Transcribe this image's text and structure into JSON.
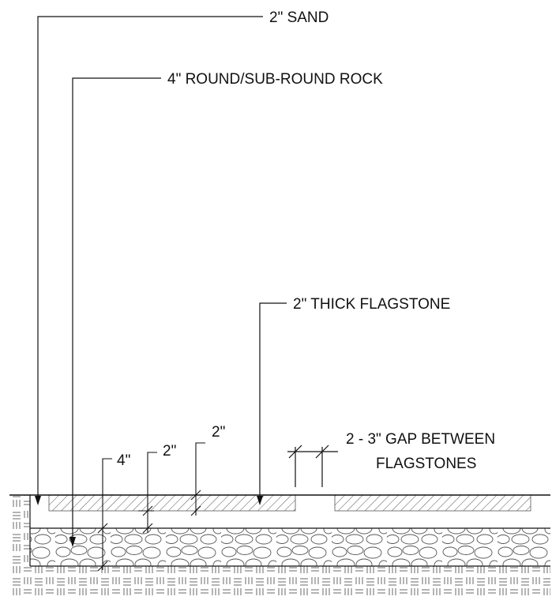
{
  "labels": {
    "sand": "2\" SAND",
    "rock": "4\" ROUND/SUB-ROUND ROCK",
    "flagstone": "2\" THICK FLAGSTONE",
    "gap_line1": "2 - 3\" GAP BETWEEN",
    "gap_line2": "FLAGSTONES"
  },
  "dimensions": {
    "rock_depth": "4\"",
    "sand_depth": "2\"",
    "flagstone_thickness": "2\""
  },
  "colors": {
    "line": "#111111",
    "hatch": "#555555",
    "background": "#ffffff"
  }
}
